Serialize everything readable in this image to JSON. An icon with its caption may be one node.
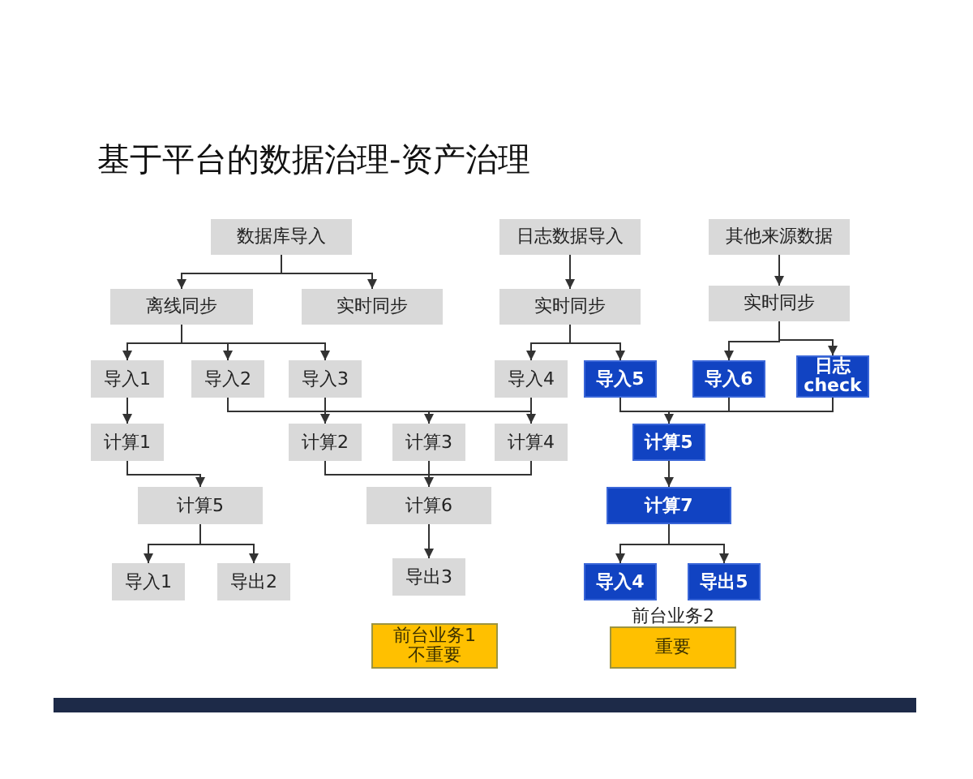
{
  "diagram": {
    "title": "基于平台的数据治理-资产治理",
    "nodes": [
      {
        "text": [
          "数据库导入"
        ]
      },
      {
        "text": [
          "日志数据导入"
        ]
      },
      {
        "text": [
          "其他来源数据"
        ]
      },
      {
        "text": [
          "离线同步"
        ]
      },
      {
        "text": [
          "实时同步"
        ]
      },
      {
        "text": [
          "实时同步"
        ]
      },
      {
        "text": [
          "实时同步"
        ]
      },
      {
        "text": [
          "导入1"
        ]
      },
      {
        "text": [
          "导入2"
        ]
      },
      {
        "text": [
          "导入3"
        ]
      },
      {
        "text": [
          "导入4"
        ]
      },
      {
        "text": [
          "导入5"
        ]
      },
      {
        "text": [
          "导入6"
        ]
      },
      {
        "text": [
          "日志 check"
        ]
      },
      {
        "text": [
          "计算1"
        ]
      },
      {
        "text": [
          "计算2"
        ]
      },
      {
        "text": [
          "计算3"
        ]
      },
      {
        "text": [
          "计算4"
        ]
      },
      {
        "text": [
          "计算5"
        ]
      },
      {
        "text": [
          "计算5"
        ]
      },
      {
        "text": [
          "计算6"
        ]
      },
      {
        "text": [
          "计算7"
        ]
      },
      {
        "text": [
          "导入1"
        ]
      },
      {
        "text": [
          "导出2"
        ]
      },
      {
        "text": [
          "导出3"
        ]
      },
      {
        "text": [
          "导入4"
        ]
      },
      {
        "text": [
          "导出5"
        ]
      },
      {
        "text": [
          "前台业务1",
          "不重要"
        ]
      },
      {
        "text": [
          "前台业务2",
          "重要"
        ]
      }
    ],
    "edges": [
      {
        "from": 0,
        "to": 3,
        "arrow": "to"
      },
      {
        "from": 0,
        "to": 4,
        "arrow": "to"
      },
      {
        "from": 1,
        "to": 5,
        "arrow": "to"
      },
      {
        "from": 2,
        "to": 6,
        "arrow": "to"
      },
      {
        "from": 3,
        "to": 7,
        "arrow": "to"
      },
      {
        "from": 3,
        "to": 8,
        "arrow": "to"
      },
      {
        "from": 3,
        "to": 9,
        "arrow": "to"
      },
      {
        "from": 5,
        "to": 10,
        "arrow": "to"
      },
      {
        "from": 5,
        "to": 11,
        "arrow": "to"
      },
      {
        "from": 6,
        "to": 12,
        "arrow": "to"
      },
      {
        "from": 6,
        "to": 13,
        "arrow": "to"
      },
      {
        "from": 7,
        "to": 14,
        "arrow": "to"
      },
      {
        "from": 8,
        "to": 15,
        "arrow": "to"
      },
      {
        "from": 8,
        "to": 16,
        "arrow": "to"
      },
      {
        "from": 8,
        "to": 17,
        "arrow": "to"
      },
      {
        "from": 9,
        "to": 15,
        "arrow": "to"
      },
      {
        "from": 9,
        "to": 16,
        "arrow": "to"
      },
      {
        "from": 9,
        "to": 17,
        "arrow": "to"
      },
      {
        "from": 10,
        "to": 15,
        "arrow": "to"
      },
      {
        "from": 10,
        "to": 16,
        "arrow": "to"
      },
      {
        "from": 10,
        "to": 17,
        "arrow": "to"
      },
      {
        "from": 11,
        "to": 18,
        "arrow": "to"
      },
      {
        "from": 12,
        "to": 18,
        "arrow": "to"
      },
      {
        "from": 13,
        "to": 18,
        "arrow": "to"
      },
      {
        "from": 14,
        "to": 19,
        "arrow": "to"
      },
      {
        "from": 15,
        "to": 20,
        "arrow": "to"
      },
      {
        "from": 16,
        "to": 20,
        "arrow": "to"
      },
      {
        "from": 17,
        "to": 20,
        "arrow": "to"
      },
      {
        "from": 18,
        "to": 21,
        "arrow": "to"
      },
      {
        "from": 19,
        "to": 22,
        "arrow": "to"
      },
      {
        "from": 19,
        "to": 23,
        "arrow": "to"
      },
      {
        "from": 20,
        "to": 24,
        "arrow": "to"
      },
      {
        "from": 21,
        "to": 25,
        "arrow": "to"
      },
      {
        "from": 21,
        "to": 26,
        "arrow": "to"
      }
    ]
  }
}
